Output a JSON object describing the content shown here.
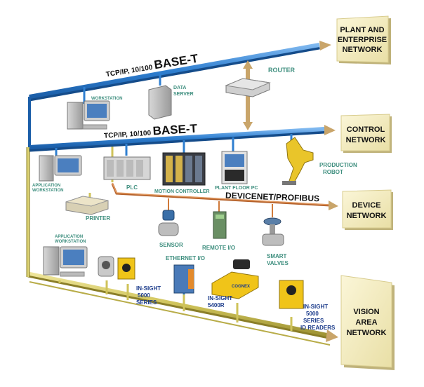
{
  "networks": {
    "plant": {
      "line1": "PLANT AND",
      "line2": "ENTERPRISE",
      "line3": "NETWORK"
    },
    "control": {
      "line1": "CONTROL",
      "line2": "NETWORK"
    },
    "device": {
      "line1": "DEVICE",
      "line2": "NETWORK"
    },
    "vision": {
      "line1": "VISION",
      "line2": "AREA",
      "line3": "NETWORK"
    }
  },
  "buses": {
    "top_prefix": "TCP/IP, 10/100",
    "top_suffix": "BASE-T",
    "mid_prefix": "TCP/IP, 10/100",
    "mid_suffix": "BASE-T",
    "device": "DEVICENET/PROFIBUS"
  },
  "devices": {
    "workstation": "WORKSTATION",
    "data_server_1": "DATA",
    "data_server_2": "SERVER",
    "router": "ROUTER",
    "app_ws_top_1": "APPLICATION",
    "app_ws_top_2": "WORKSTATION",
    "plc": "PLC",
    "motion_controller": "MOTION CONTROLLER",
    "plant_floor_pc": "PLANT FLOOR PC",
    "robot_1": "PRODUCTION",
    "robot_2": "ROBOT",
    "printer": "PRINTER",
    "sensor": "SENSOR",
    "remote_io": "REMOTE I/O",
    "smart_valves_1": "SMART",
    "smart_valves_2": "VALVES",
    "app_ws_bottom_1": "APPLICATION",
    "app_ws_bottom_2": "WORKSTATION",
    "ethernet_io": "ETHERNET I/O",
    "insight5000_1": "IN-SIGHT",
    "insight5000_2": "5000",
    "insight5000_3": "SERIES",
    "insight5400_1": "IN-SIGHT",
    "insight5400_2": "5400R",
    "insight_id_1": "IN-SIGHT",
    "insight_id_2": "5000",
    "insight_id_3": "SERIES",
    "insight_id_4": "ID READERS",
    "cognex_logo": "COGNEX"
  },
  "colors": {
    "ethernet_blue": "#2f7fd0",
    "vision_yellow": "#cfc35a",
    "device_orange": "#d07a3a",
    "arrow_tan": "#c9a56a",
    "box_fill": "#f6f0c8",
    "label_teal": "#3f8f7f",
    "label_navy": "#1a3a8a"
  }
}
